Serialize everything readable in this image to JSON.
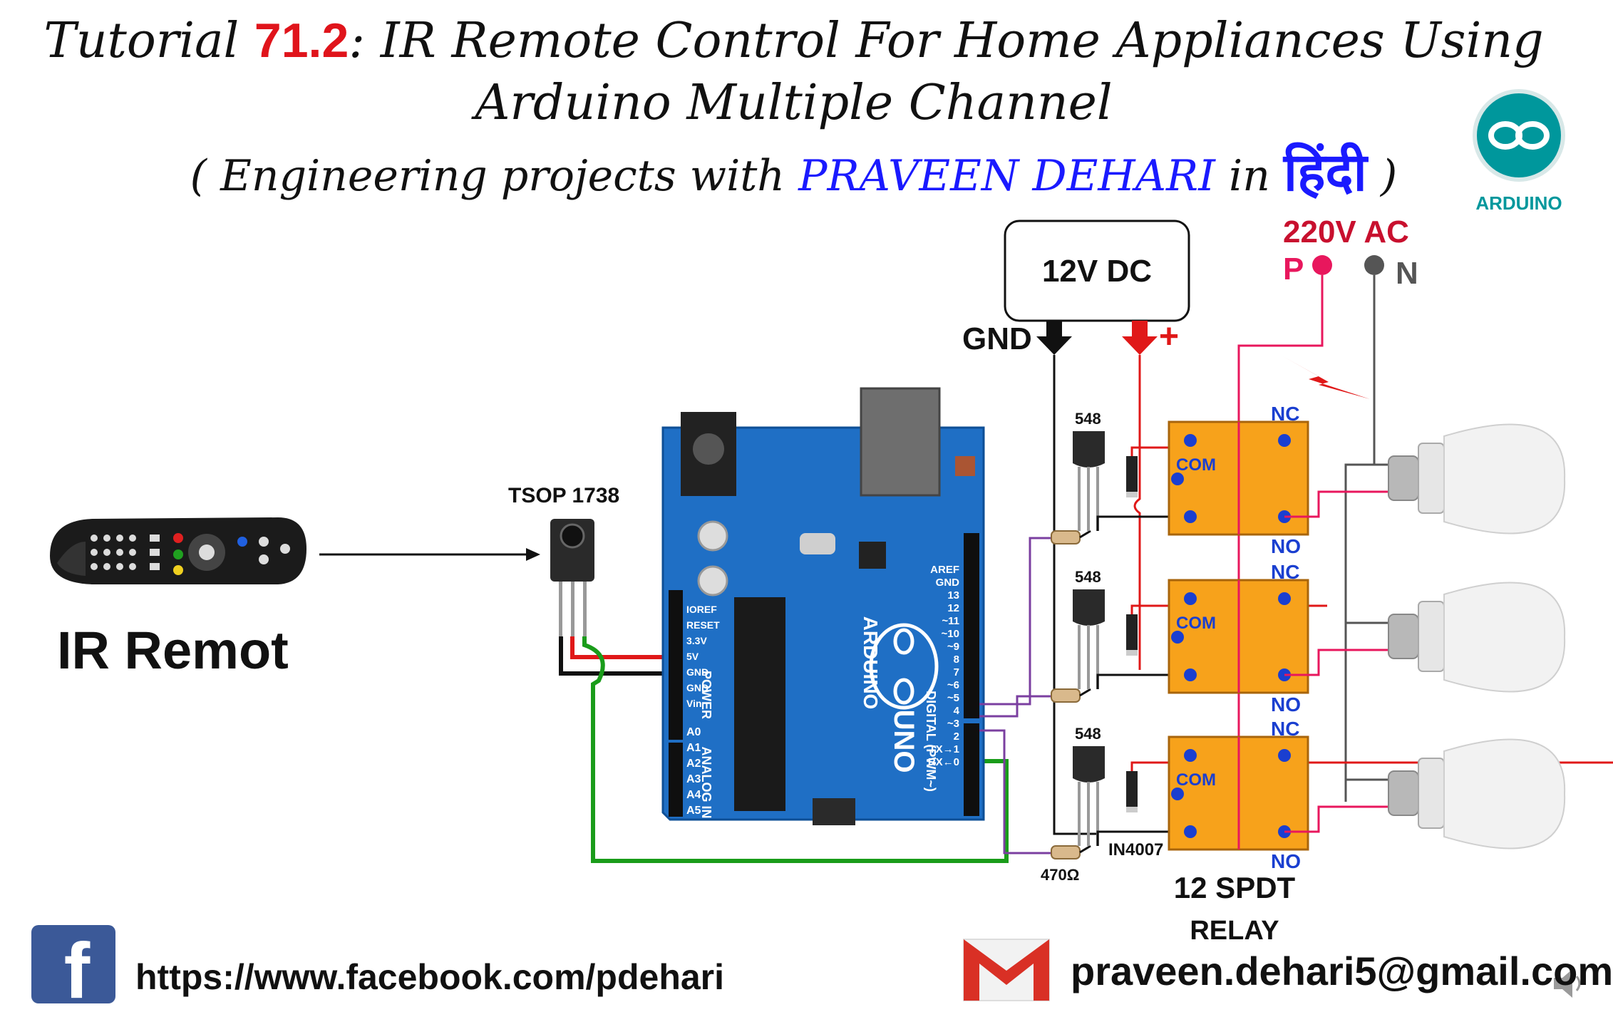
{
  "title": {
    "line1_prefix": "Tutorial ",
    "line1_number": "71.2",
    "line1_suffix": ": IR Remote Control For Home Appliances Using",
    "line2": "Arduino Multiple Channel",
    "line3_open": "( Engineering projects with ",
    "line3_name": "PRAVEEN DEHARI",
    "line3_in": " in ",
    "line3_hindi": "हिंदी",
    "line3_close": " )"
  },
  "logo": {
    "label": "ARDUINO"
  },
  "remote": {
    "label": "IR Remot"
  },
  "sensor": {
    "label": "TSOP 1738"
  },
  "power": {
    "dc_label": "12V DC",
    "gnd_label": "GND",
    "plus_label": "+",
    "ac_label": "220V AC",
    "phase_label": "P",
    "neutral_label": "N"
  },
  "arduino": {
    "brand": "ARDUINO",
    "model": "UNO",
    "header_left": [
      "IOREF",
      "RESET",
      "3.3V",
      "5V",
      "GND",
      "GND",
      "Vin"
    ],
    "analog": [
      "A0",
      "A1",
      "A2",
      "A3",
      "A4",
      "A5"
    ],
    "digital": [
      "AREF",
      "GND",
      "13",
      "12",
      "~11",
      "~10",
      "~9",
      "8",
      "7",
      "~6",
      "~5",
      "4",
      "~3",
      "2",
      "TX→1",
      "RX←0"
    ],
    "power_label": "POWER",
    "analog_label": "ANALOG IN",
    "digital_label": "DIGITAL (PWM~)"
  },
  "channels": [
    {
      "transistor": "548",
      "nc": "NC",
      "com": "COM",
      "no": "NO"
    },
    {
      "transistor": "548",
      "nc": "NC",
      "com": "COM",
      "no": "NO"
    },
    {
      "transistor": "548",
      "nc": "NC",
      "com": "COM",
      "no": "NO"
    }
  ],
  "diode_label": "IN4007",
  "resistor_label": "470Ω",
  "relay_label_1": "12 SPDT",
  "relay_label_2": "RELAY",
  "footer": {
    "facebook_url": "https://www.facebook.com/pdehari",
    "email": "praveen.dehari5@gmail.com"
  },
  "colors": {
    "title_accent": "#e0141b",
    "name_blue": "#1a1aff",
    "board_blue": "#1f6fc5",
    "relay_orange": "#f7a21b",
    "green_wire": "#1a9c1a",
    "purple_wire": "#7b3fa0",
    "ac_phase": "#e8175d",
    "ac_neutral": "#555555"
  }
}
